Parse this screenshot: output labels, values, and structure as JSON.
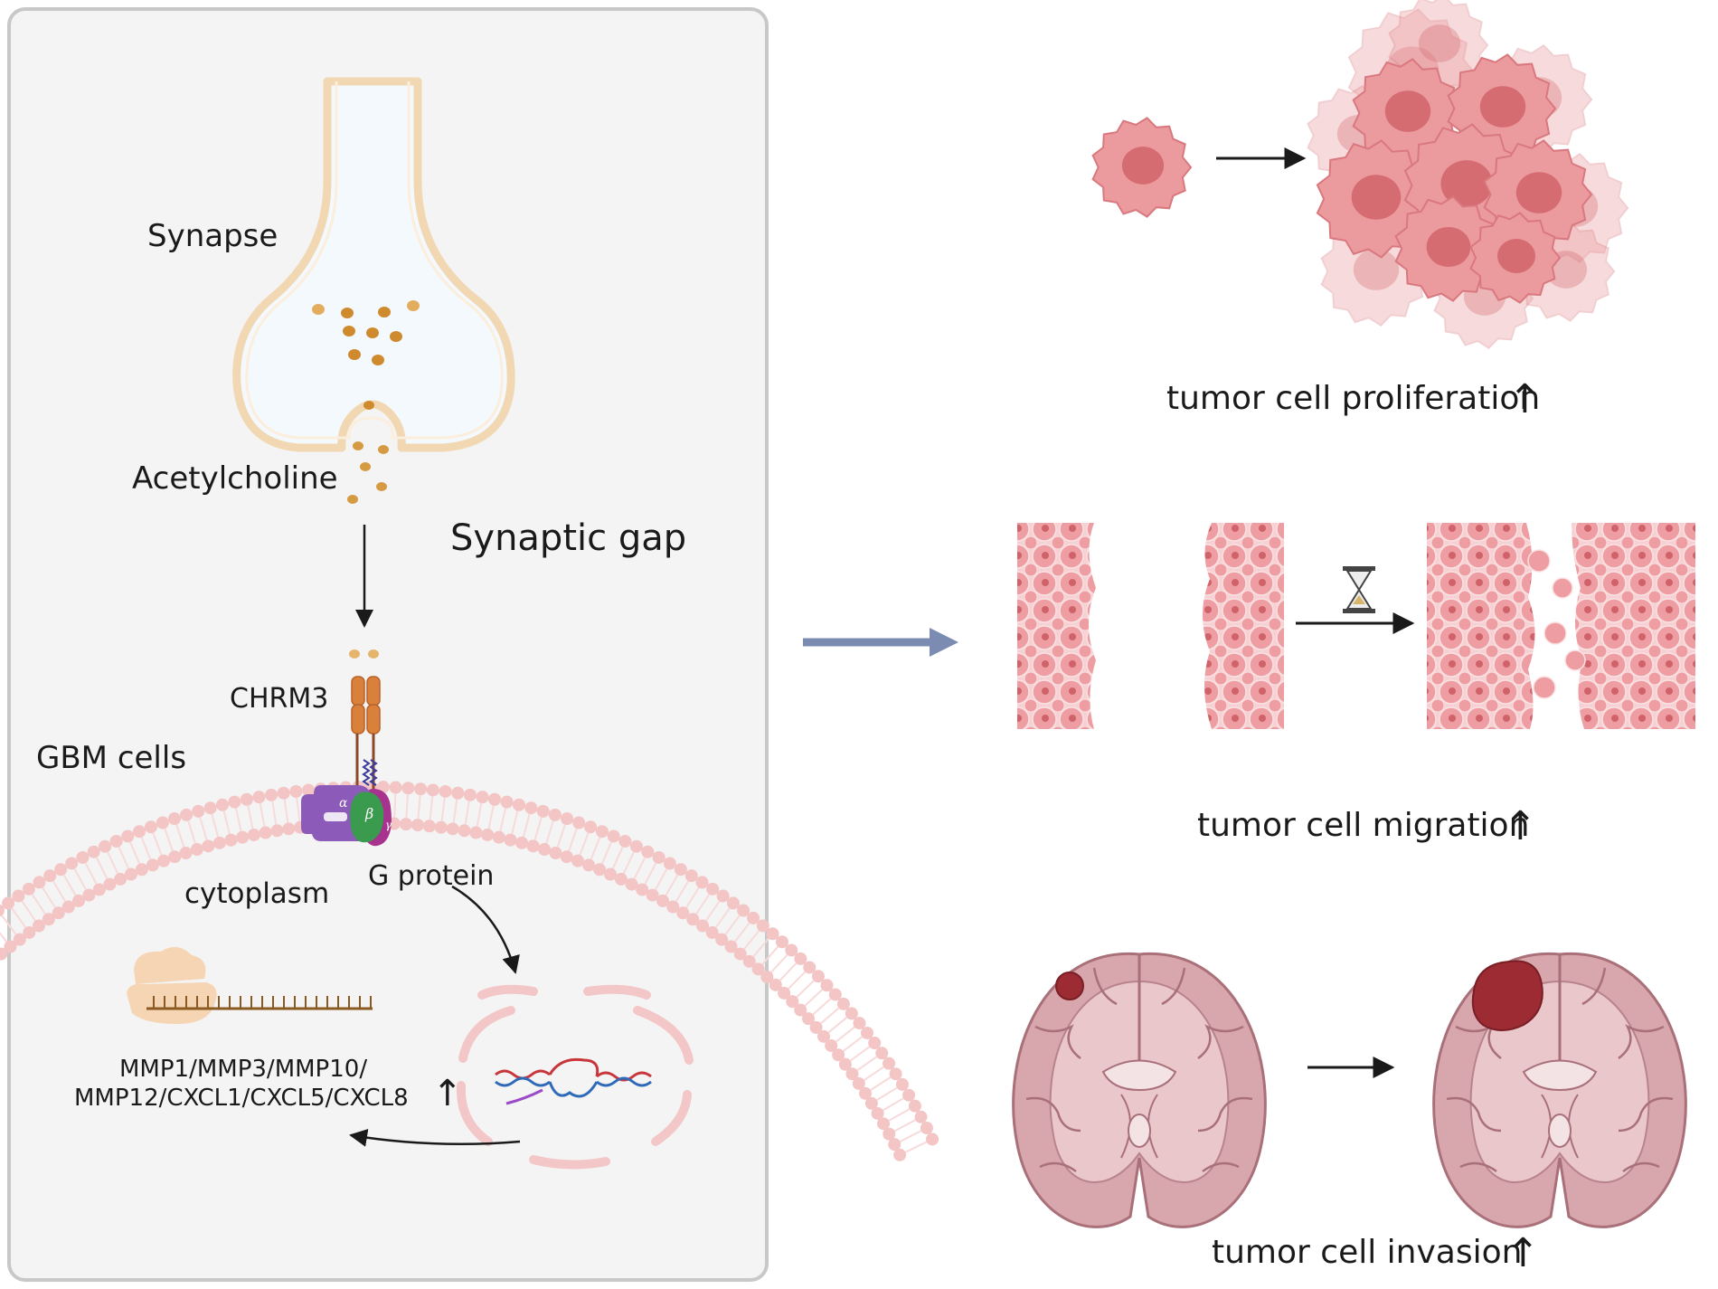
{
  "left_panel": {
    "synapse_label": "Synapse",
    "neurotransmitter_label": "Acetylcholine",
    "gap_label": "Synaptic gap",
    "receptor_label": "CHRM3",
    "cell_label": "GBM cells",
    "cytoplasm_label": "cytoplasm",
    "gprotein_label": "G protein",
    "gprotein_subunits": [
      "α",
      "β",
      "γ"
    ],
    "genes_line1": "MMP1/MMP3/MMP10/",
    "genes_line2": "MMP12/CXCL1/CXCL5/CXCL8",
    "genes_trend": "↑"
  },
  "right_panel": {
    "proliferation_label": "tumor cell proliferation",
    "migration_label": "tumor cell migration",
    "invasion_label": "tumor cell invasion",
    "trend_symbol": "↑"
  },
  "colors": {
    "panel_bg": "#f4f4f4",
    "panel_border": "#c8c8c8",
    "synapse_fill": "#f4f9fd",
    "synapse_outline": "#f2d7b3",
    "vesicle": "#cf8a2e",
    "membrane": "#f3c5c5",
    "cell_pink": "#eb9a9e",
    "cell_nucleus": "#d56c72",
    "brain_fill": "#d8a7ad",
    "brain_line": "#a9707a",
    "tumor": "#9c2b33",
    "pathway_arrow": "#7c8bb2",
    "receptor": "#d9803a",
    "g_alpha": "#8c5ab8",
    "g_beta": "#3a9a4e",
    "g_gamma": "#a8338e"
  }
}
